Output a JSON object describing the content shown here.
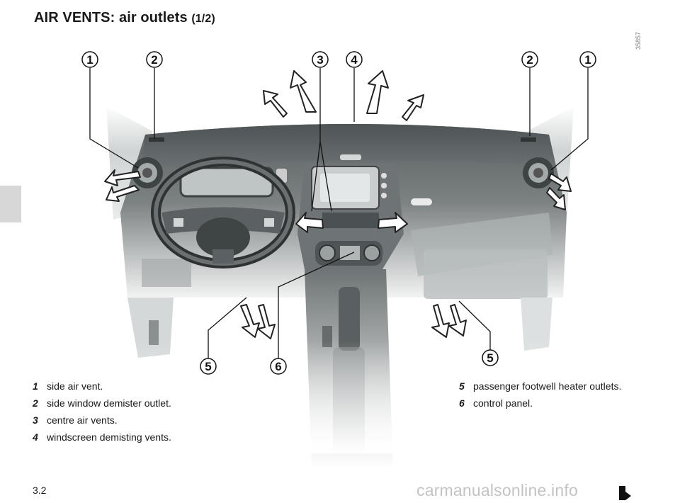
{
  "page": {
    "title": "AIR VENTS: air outlets",
    "title_pager": "(1/2)",
    "figure_code": "35857",
    "page_number": "3.2",
    "watermark": "carmanualsonline.info"
  },
  "callouts": [
    "1",
    "2",
    "3",
    "4",
    "2",
    "1",
    "5",
    "6",
    "5"
  ],
  "legend_left": [
    {
      "num": "1",
      "text": "side air vent."
    },
    {
      "num": "2",
      "text": "side window demister outlet."
    },
    {
      "num": "3",
      "text": "centre air vents."
    },
    {
      "num": "4",
      "text": "windscreen demisting vents."
    }
  ],
  "legend_right": [
    {
      "num": "5",
      "text": "passenger footwell heater outlets."
    },
    {
      "num": "6",
      "text": "control panel."
    }
  ],
  "colors": {
    "dash_dark": "#5f6566",
    "dash_mid": "#8b9091",
    "dash_light": "#c9cdcd",
    "ink": "#111111"
  }
}
